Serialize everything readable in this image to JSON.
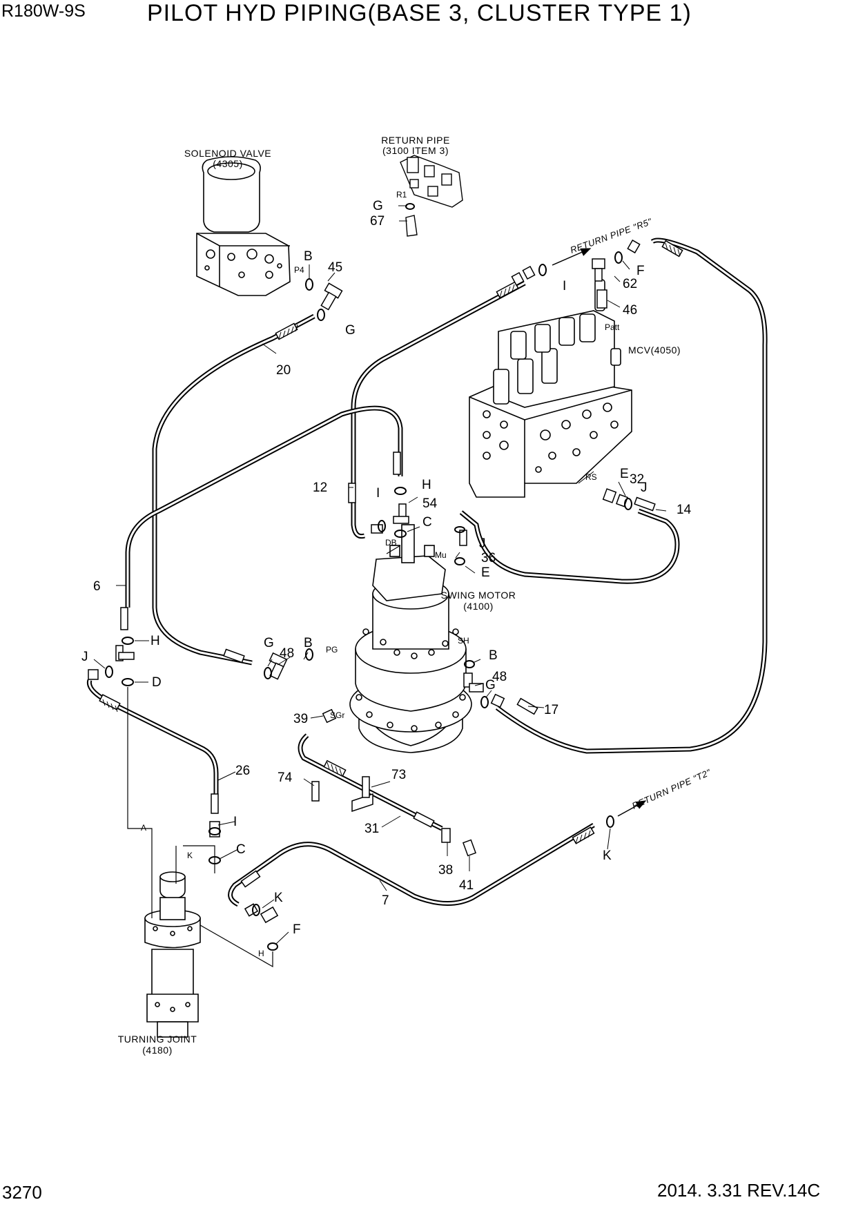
{
  "header": {
    "model": "R180W-9S",
    "title": "PILOT HYD PIPING(BASE 3, CLUSTER TYPE 1)"
  },
  "footer": {
    "page_number": "3270",
    "date_rev": "2014. 3.31  REV.14C"
  },
  "components": {
    "solenoid_valve": {
      "name": "SOLENOID VALVE",
      "code": "(4305)"
    },
    "return_pipe": {
      "name": "RETURN PIPE",
      "code": "(3100 ITEM 3)"
    },
    "mcv": {
      "name": "MCV(4050)"
    },
    "swing_motor": {
      "name": "SWING MOTOR",
      "code": "(4100)"
    },
    "turning_joint": {
      "name": "TURNING JOINT",
      "code": "(4180)"
    }
  },
  "return_labels": {
    "r5": "RETURN PIPE \"R5\"",
    "t2": "RETURN PIPE \"T2\""
  },
  "port_labels": {
    "p4": "P4",
    "r1": "R1",
    "patt": "Patt",
    "rs": "RS",
    "db": "DB",
    "mu": "Mu",
    "pg": "PG",
    "sh": "SH",
    "sgr": "SGr",
    "a": "A",
    "k": "K",
    "h": "H"
  },
  "callouts": {
    "c45": "45",
    "c20": "20",
    "c12": "12",
    "c6": "6",
    "c54": "54",
    "c36": "36",
    "c32": "32",
    "c14": "14",
    "c62": "62",
    "c46": "46",
    "c67": "67",
    "c48a": "48",
    "c48b": "48",
    "c17": "17",
    "c39": "39",
    "c26": "26",
    "c74": "74",
    "c73": "73",
    "c31": "31",
    "c38": "38",
    "c41": "41",
    "c7": "7"
  },
  "letters": {
    "b1": "B",
    "g1": "G",
    "i1": "I",
    "f1": "F",
    "g2": "G",
    "h1": "H",
    "i2": "I",
    "c1": "C",
    "e1": "E",
    "j1": "J",
    "j2": "J",
    "e2": "E",
    "h2": "H",
    "j3": "J",
    "d1": "D",
    "g3": "G",
    "b2": "B",
    "b3": "B",
    "g4": "G",
    "i3": "I",
    "c2": "C",
    "k1": "K",
    "f2": "F",
    "k2": "K"
  }
}
